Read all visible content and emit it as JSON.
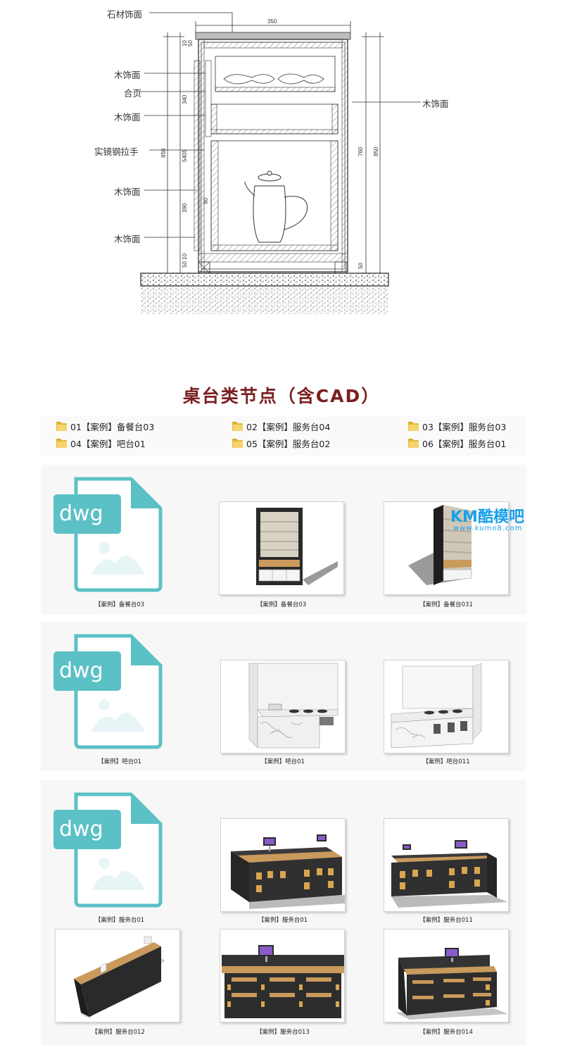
{
  "cad": {
    "labels": {
      "stone": "石材饰面",
      "wood1": "木饰面",
      "plywood": "合页",
      "wood2": "木饰面",
      "handle": "实镜钢拉手",
      "wood3": "木饰面",
      "wood4": "木饰面",
      "wood_right": "木饰面"
    },
    "dims": {
      "top_width": "350",
      "d10": "10",
      "d50": "50",
      "d340": "340",
      "d850_left": "850",
      "d5405": "5405",
      "d390": "390",
      "d90": "90",
      "d5010": "50 10",
      "d760": "760",
      "d850_right": "850",
      "d50r": "50"
    }
  },
  "section_title": "桌台类节点（含CAD）",
  "folders": [
    {
      "label": "01【案例】备餐台03"
    },
    {
      "label": "02【案例】服务台04"
    },
    {
      "label": "03【案例】服务台03"
    },
    {
      "label": "04【案例】吧台01"
    },
    {
      "label": "05【案例】服务台02"
    },
    {
      "label": "06【案例】服务台01"
    }
  ],
  "dwg_text": "dwg",
  "watermark": {
    "brand": "KM酷模吧",
    "url": "www.kumo8.com"
  },
  "captions": {
    "r1": [
      "【案例】备餐台03",
      "【案例】备餐台03",
      "【案例】备餐台031"
    ],
    "r2": [
      "【案例】吧台01",
      "【案例】吧台01",
      "【案例】吧台011"
    ],
    "r3": [
      "【案例】服务台01",
      "【案例】服务台01",
      "【案例】服务台011"
    ],
    "r4": [
      "【案例】服务台012",
      "【案例】服务台013",
      "【案例】服务台014"
    ]
  },
  "colors": {
    "title": "#7a1f1f",
    "dwg": "#5cc1c6",
    "folder": "#e6b93a",
    "watermark": "#1aa0e8"
  }
}
